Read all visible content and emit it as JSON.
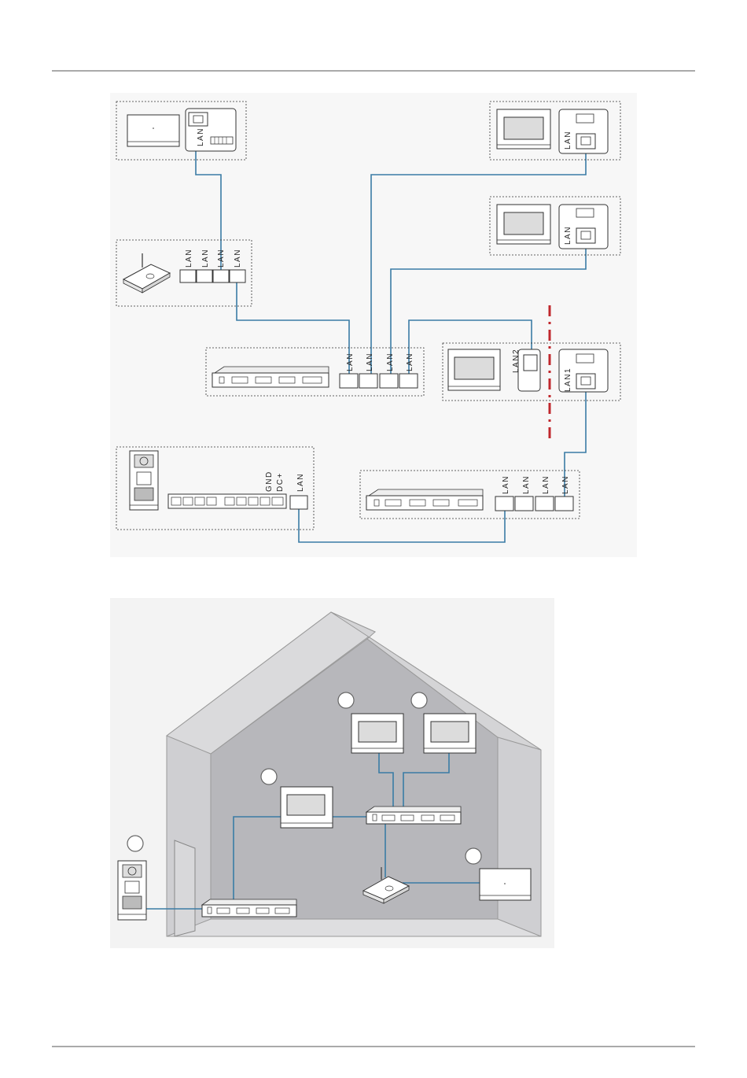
{
  "labels": {
    "lan": "LAN",
    "lan1": "LAN1",
    "lan2": "LAN2",
    "gnd": "GND",
    "dc_plus": "DC+"
  },
  "colors": {
    "wire": "#3a7ca5",
    "separator": "#c0282d",
    "house_wall": "#b7b7bb",
    "house_shade": "#cfcfd2"
  },
  "icons": [
    "router-icon",
    "switch-icon",
    "monitor-icon",
    "door-station-icon",
    "power-supply-icon",
    "ethernet-port-icon"
  ]
}
